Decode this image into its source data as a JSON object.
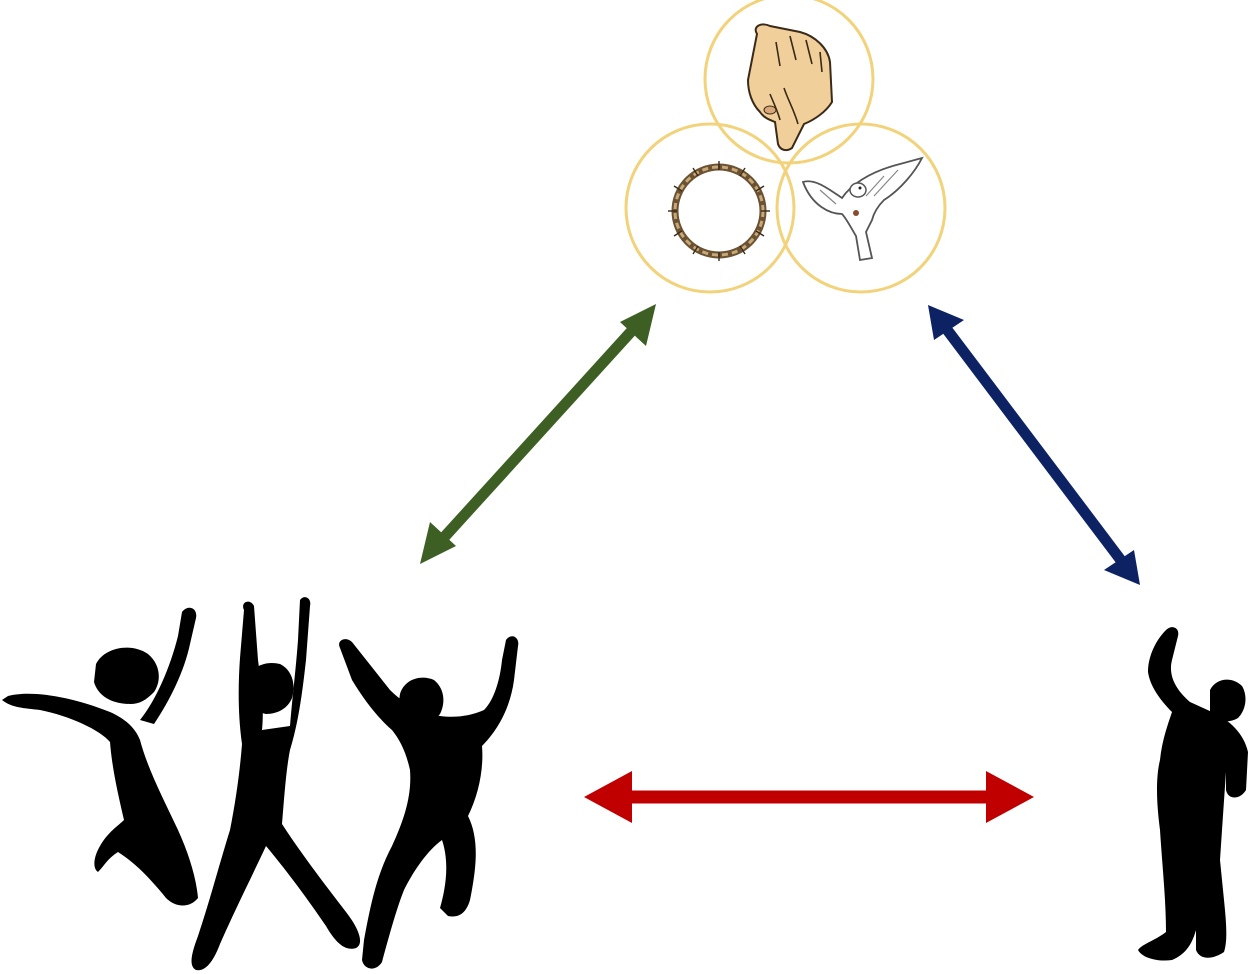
{
  "diagram": {
    "nodes": [
      {
        "id": "trinity",
        "icon": "trinity-circles-icon",
        "parts": [
          "hand-icon",
          "crown-of-thorns-icon",
          "dove-icon"
        ]
      },
      {
        "id": "group",
        "icon": "jumping-people-silhouette-icon"
      },
      {
        "id": "individual",
        "icon": "praying-man-silhouette-icon"
      }
    ],
    "edges": [
      {
        "from": "group",
        "to": "trinity",
        "style": "double-arrow",
        "color": "#3e5f24"
      },
      {
        "from": "trinity",
        "to": "individual",
        "style": "double-arrow",
        "color": "#0d2263"
      },
      {
        "from": "group",
        "to": "individual",
        "style": "double-arrow",
        "color": "#c00000"
      }
    ]
  },
  "colors": {
    "circle_stroke": "#f2d27a",
    "hand_fill": "#f1cf9b",
    "silhouette": "#000000",
    "background": "#ffffff"
  },
  "labels": {}
}
